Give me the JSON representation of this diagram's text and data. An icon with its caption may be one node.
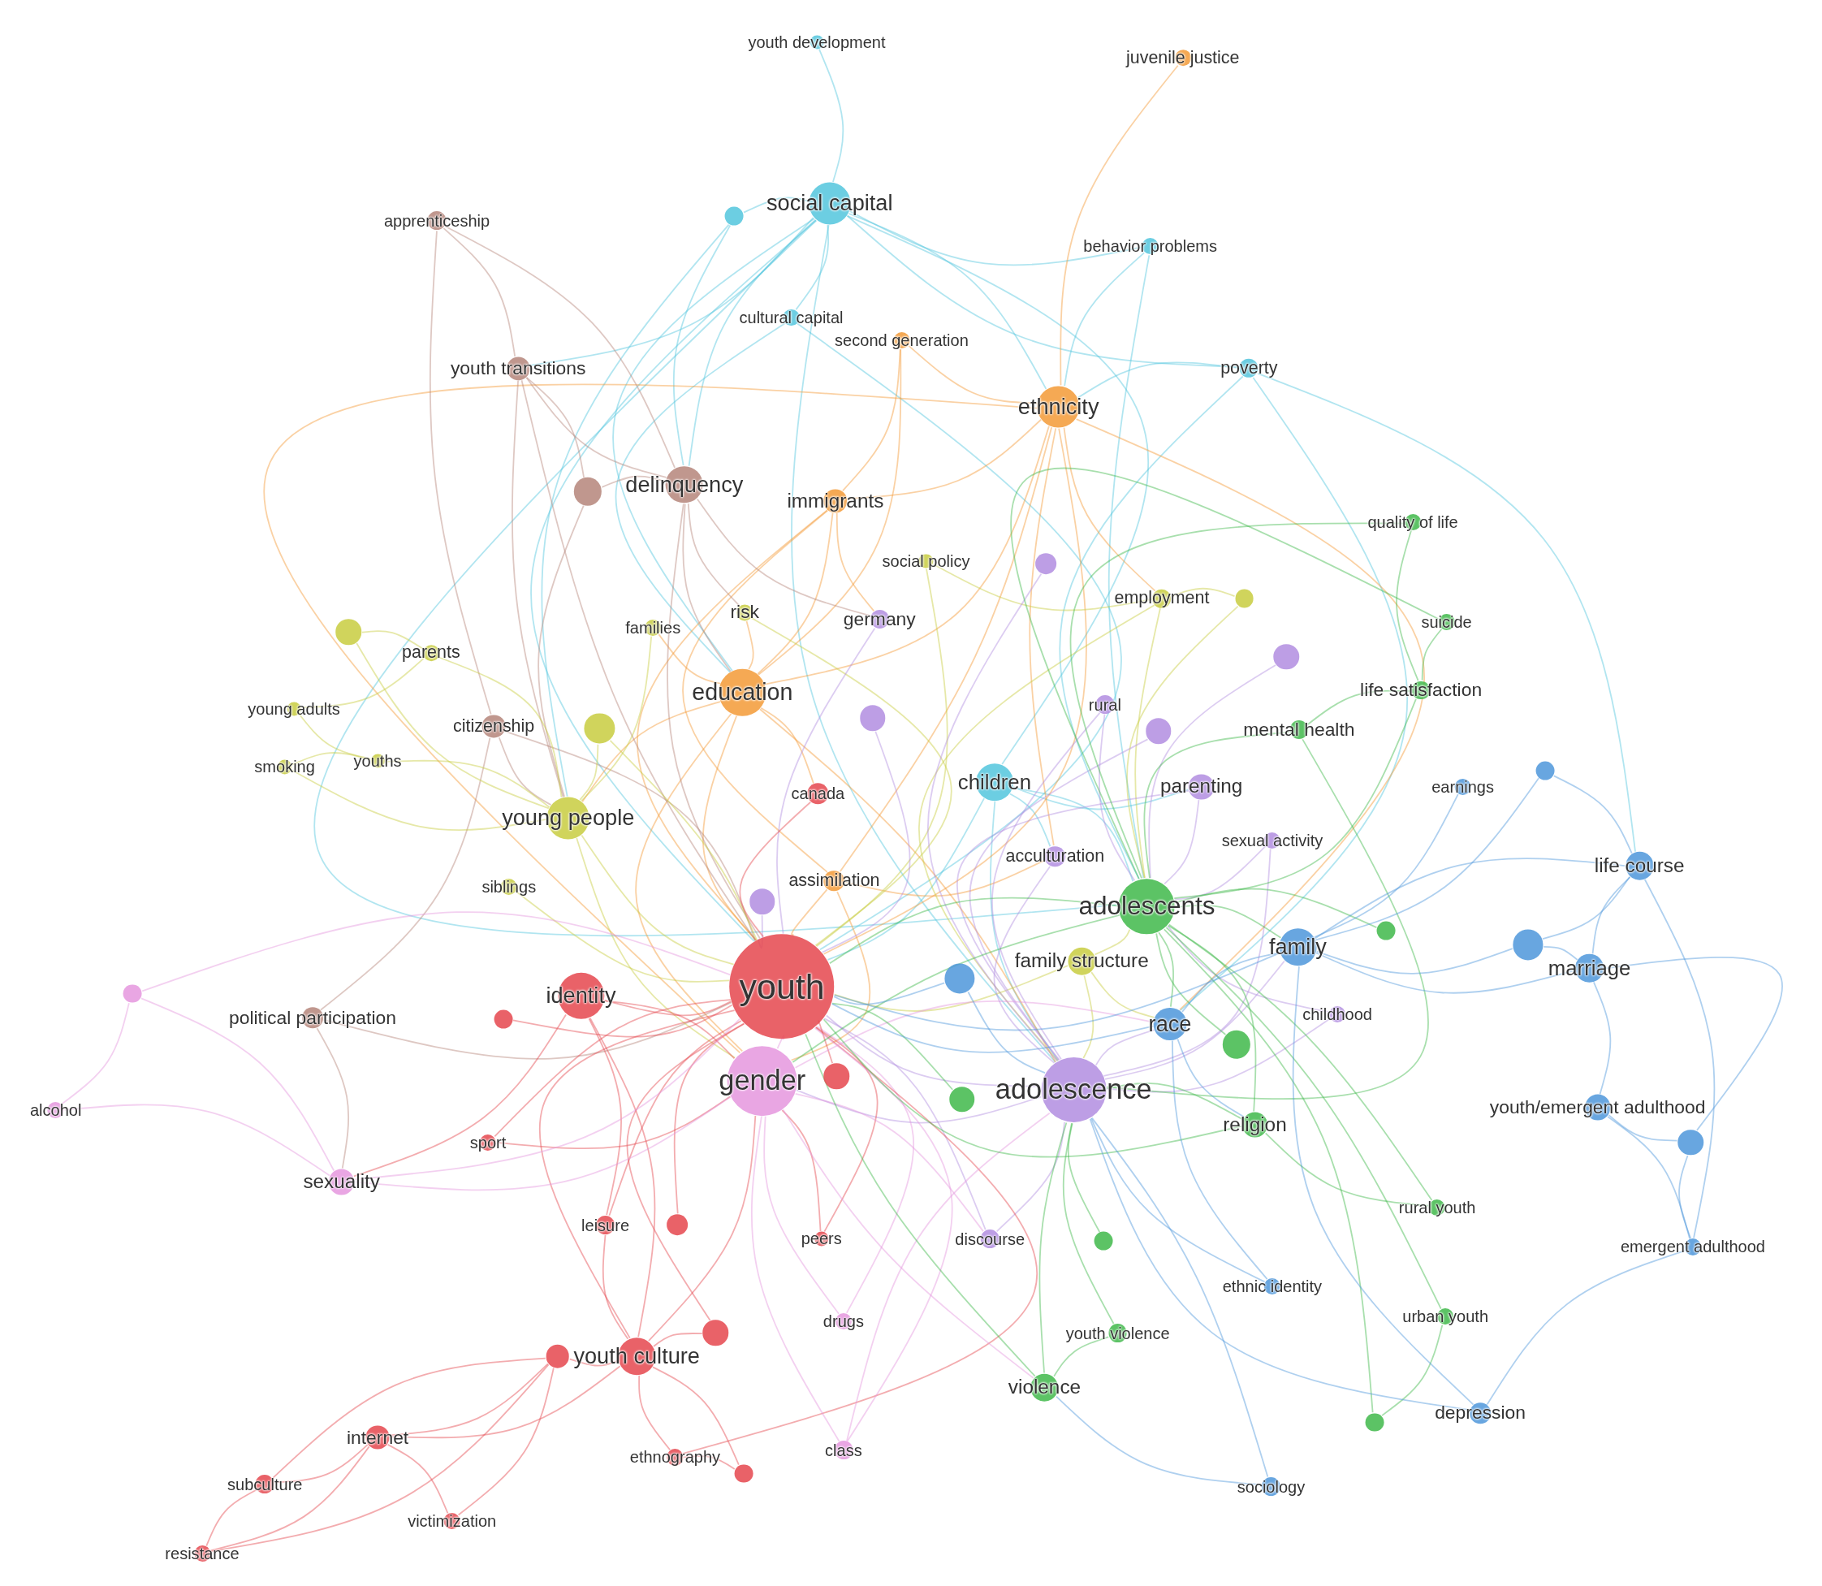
{
  "diagram": {
    "nodes": [
      {
        "text": [
          "youth development"
        ]
      },
      {
        "text": [
          "juvenile justice"
        ]
      },
      {
        "text": [
          "social capital"
        ]
      },
      {
        "text": [
          "apprenticeship"
        ]
      },
      {
        "text": [
          "behavior problems"
        ]
      },
      {
        "text": [
          "cultural capital"
        ]
      },
      {
        "text": [
          "second generation"
        ]
      },
      {
        "text": [
          "youth transitions"
        ]
      },
      {
        "text": [
          "poverty"
        ]
      },
      {
        "text": [
          "ethnicity"
        ]
      },
      {
        "text": [
          "delinquency"
        ]
      },
      {
        "text": [
          "immigrants"
        ]
      },
      {
        "text": [
          "quality of life"
        ]
      },
      {
        "text": [
          "social policy"
        ]
      },
      {
        "text": [
          "employment"
        ]
      },
      {
        "text": [
          "risk"
        ]
      },
      {
        "text": [
          "germany"
        ]
      },
      {
        "text": [
          "families"
        ]
      },
      {
        "text": [
          "suicide"
        ]
      },
      {
        "text": [
          "parents"
        ]
      },
      {
        "text": [
          "education"
        ]
      },
      {
        "text": [
          "life satisfaction"
        ]
      },
      {
        "text": [
          "young adults"
        ]
      },
      {
        "text": [
          "citizenship"
        ]
      },
      {
        "text": [
          "rural"
        ]
      },
      {
        "text": [
          "mental health"
        ]
      },
      {
        "text": [
          "smoking"
        ]
      },
      {
        "text": [
          "youths"
        ]
      },
      {
        "text": [
          "children"
        ]
      },
      {
        "text": [
          "canada"
        ]
      },
      {
        "text": [
          "parenting"
        ]
      },
      {
        "text": [
          "earnings"
        ]
      },
      {
        "text": [
          "young people"
        ]
      },
      {
        "text": [
          "sexual activity"
        ]
      },
      {
        "text": [
          "acculturation"
        ]
      },
      {
        "text": [
          "life course"
        ]
      },
      {
        "text": [
          "assimilation"
        ]
      },
      {
        "text": [
          "siblings"
        ]
      },
      {
        "text": [
          "adolescents"
        ]
      },
      {
        "text": [
          "family"
        ]
      },
      {
        "text": [
          "family structure"
        ]
      },
      {
        "text": [
          "marriage"
        ]
      },
      {
        "text": [
          "youth"
        ]
      },
      {
        "text": [
          "identity"
        ]
      },
      {
        "text": [
          "political participation"
        ]
      },
      {
        "text": [
          "race"
        ]
      },
      {
        "text": [
          "childhood"
        ]
      },
      {
        "text": [
          "gender"
        ]
      },
      {
        "text": [
          "adolescence"
        ]
      },
      {
        "text": [
          "alcohol"
        ]
      },
      {
        "text": [
          "youth/emergent adulthood"
        ]
      },
      {
        "text": [
          "religion"
        ]
      },
      {
        "text": [
          "sport"
        ]
      },
      {
        "text": [
          "sexuality"
        ]
      },
      {
        "text": [
          "rural youth"
        ]
      },
      {
        "text": [
          "leisure"
        ]
      },
      {
        "text": [
          "peers"
        ]
      },
      {
        "text": [
          "discourse"
        ]
      },
      {
        "text": [
          "emergent adulthood"
        ]
      },
      {
        "text": [
          "ethnic identity"
        ]
      },
      {
        "text": [
          "urban youth"
        ]
      },
      {
        "text": [
          "drugs"
        ]
      },
      {
        "text": [
          "youth violence"
        ]
      },
      {
        "text": [
          "youth culture"
        ]
      },
      {
        "text": [
          "violence"
        ]
      },
      {
        "text": [
          "depression"
        ]
      },
      {
        "text": [
          "internet"
        ]
      },
      {
        "text": [
          "class"
        ]
      },
      {
        "text": [
          "subculture"
        ]
      },
      {
        "text": [
          "ethnography"
        ]
      },
      {
        "text": [
          "sociology"
        ]
      },
      {
        "text": [
          "victimization"
        ]
      },
      {
        "text": [
          "resistance"
        ]
      },
      {
        "text": [],
        "shape": "circle"
      },
      {
        "text": [],
        "shape": "circle"
      },
      {
        "text": [],
        "shape": "circle"
      },
      {
        "text": [],
        "shape": "circle"
      },
      {
        "text": [],
        "shape": "circle"
      },
      {
        "text": [],
        "shape": "circle"
      },
      {
        "text": [],
        "shape": "circle"
      },
      {
        "text": [],
        "shape": "circle"
      },
      {
        "text": [],
        "shape": "circle"
      },
      {
        "text": [],
        "shape": "circle"
      },
      {
        "text": [],
        "shape": "circle"
      },
      {
        "text": [],
        "shape": "circle"
      },
      {
        "text": [],
        "shape": "circle"
      },
      {
        "text": [],
        "shape": "circle"
      },
      {
        "text": [],
        "shape": "circle"
      },
      {
        "text": [],
        "shape": "circle"
      },
      {
        "text": [],
        "shape": "circle"
      },
      {
        "text": [],
        "shape": "circle"
      },
      {
        "text": [],
        "shape": "circle"
      },
      {
        "text": [],
        "shape": "circle"
      },
      {
        "text": [],
        "shape": "circle"
      },
      {
        "text": [],
        "shape": "circle"
      },
      {
        "text": [],
        "shape": "circle"
      },
      {
        "text": [],
        "shape": "circle"
      },
      {
        "text": [],
        "shape": "circle"
      },
      {
        "text": [],
        "shape": "circle"
      }
    ],
    "edges": [
      {
        "from": 0,
        "to": 2,
        "arrow": "none",
        "color": "#52c6dd"
      },
      {
        "from": 2,
        "to": 73,
        "arrow": "none",
        "color": "#52c6dd"
      },
      {
        "from": 2,
        "to": 5,
        "arrow": "none",
        "color": "#52c6dd"
      },
      {
        "from": 2,
        "to": 4,
        "arrow": "none",
        "color": "#52c6dd"
      },
      {
        "from": 2,
        "to": 8,
        "arrow": "none",
        "color": "#52c6dd"
      },
      {
        "from": 2,
        "to": 9,
        "arrow": "none",
        "color": "#52c6dd"
      },
      {
        "from": 2,
        "to": 10,
        "arrow": "none",
        "color": "#52c6dd"
      },
      {
        "from": 2,
        "to": 7,
        "arrow": "none",
        "color": "#52c6dd"
      },
      {
        "from": 2,
        "to": 20,
        "arrow": "none",
        "color": "#52c6dd"
      },
      {
        "from": 2,
        "to": 28,
        "arrow": "none",
        "color": "#52c6dd"
      },
      {
        "from": 2,
        "to": 42,
        "arrow": "none",
        "color": "#52c6dd"
      },
      {
        "from": 2,
        "to": 48,
        "arrow": "none",
        "color": "#52c6dd"
      },
      {
        "from": 2,
        "to": 38,
        "arrow": "none",
        "color": "#52c6dd"
      },
      {
        "from": 4,
        "to": 9,
        "arrow": "none",
        "color": "#52c6dd"
      },
      {
        "from": 4,
        "to": 38,
        "arrow": "none",
        "color": "#52c6dd"
      },
      {
        "from": 8,
        "to": 9,
        "arrow": "none",
        "color": "#52c6dd"
      },
      {
        "from": 8,
        "to": 38,
        "arrow": "none",
        "color": "#52c6dd"
      },
      {
        "from": 8,
        "to": 35,
        "arrow": "none",
        "color": "#52c6dd"
      },
      {
        "from": 8,
        "to": 45,
        "arrow": "none",
        "color": "#52c6dd"
      },
      {
        "from": 5,
        "to": 20,
        "arrow": "none",
        "color": "#52c6dd"
      },
      {
        "from": 5,
        "to": 42,
        "arrow": "none",
        "color": "#52c6dd"
      },
      {
        "from": 73,
        "to": 10,
        "arrow": "none",
        "color": "#52c6dd"
      },
      {
        "from": 73,
        "to": 32,
        "arrow": "none",
        "color": "#52c6dd"
      },
      {
        "from": 28,
        "to": 42,
        "arrow": "none",
        "color": "#52c6dd"
      },
      {
        "from": 28,
        "to": 48,
        "arrow": "none",
        "color": "#52c6dd"
      },
      {
        "from": 28,
        "to": 38,
        "arrow": "none",
        "color": "#52c6dd"
      },
      {
        "from": 28,
        "to": 34,
        "arrow": "none",
        "color": "#52c6dd"
      },
      {
        "from": 28,
        "to": 30,
        "arrow": "none",
        "color": "#52c6dd"
      },
      {
        "from": 1,
        "to": 9,
        "arrow": "none",
        "color": "#f39a36"
      },
      {
        "from": 6,
        "to": 9,
        "arrow": "none",
        "color": "#f39a36"
      },
      {
        "from": 6,
        "to": 11,
        "arrow": "none",
        "color": "#f39a36"
      },
      {
        "from": 6,
        "to": 20,
        "arrow": "none",
        "color": "#f39a36"
      },
      {
        "from": 9,
        "to": 11,
        "arrow": "none",
        "color": "#f39a36"
      },
      {
        "from": 9,
        "to": 20,
        "arrow": "none",
        "color": "#f39a36"
      },
      {
        "from": 9,
        "to": 36,
        "arrow": "none",
        "color": "#f39a36"
      },
      {
        "from": 9,
        "to": 34,
        "arrow": "none",
        "color": "#f39a36"
      },
      {
        "from": 9,
        "to": 42,
        "arrow": "none",
        "color": "#f39a36"
      },
      {
        "from": 9,
        "to": 47,
        "arrow": "none",
        "color": "#f39a36"
      },
      {
        "from": 9,
        "to": 45,
        "arrow": "none",
        "color": "#f39a36"
      },
      {
        "from": 9,
        "to": 14,
        "arrow": "none",
        "color": "#f39a36"
      },
      {
        "from": 11,
        "to": 20,
        "arrow": "none",
        "color": "#f39a36"
      },
      {
        "from": 11,
        "to": 42,
        "arrow": "none",
        "color": "#f39a36"
      },
      {
        "from": 11,
        "to": 36,
        "arrow": "none",
        "color": "#f39a36"
      },
      {
        "from": 11,
        "to": 16,
        "arrow": "none",
        "color": "#f39a36"
      },
      {
        "from": 20,
        "to": 42,
        "arrow": "none",
        "color": "#f39a36"
      },
      {
        "from": 20,
        "to": 47,
        "arrow": "none",
        "color": "#f39a36"
      },
      {
        "from": 20,
        "to": 29,
        "arrow": "none",
        "color": "#f39a36"
      },
      {
        "from": 20,
        "to": 15,
        "arrow": "none",
        "color": "#f39a36"
      },
      {
        "from": 20,
        "to": 17,
        "arrow": "none",
        "color": "#f39a36"
      },
      {
        "from": 20,
        "to": 32,
        "arrow": "none",
        "color": "#f39a36"
      },
      {
        "from": 20,
        "to": 48,
        "arrow": "none",
        "color": "#f39a36"
      },
      {
        "from": 36,
        "to": 42,
        "arrow": "none",
        "color": "#f39a36"
      },
      {
        "from": 36,
        "to": 47,
        "arrow": "none",
        "color": "#f39a36"
      },
      {
        "from": 36,
        "to": 34,
        "arrow": "none",
        "color": "#f39a36"
      },
      {
        "from": 3,
        "to": 7,
        "arrow": "none",
        "color": "#b5857a"
      },
      {
        "from": 3,
        "to": 10,
        "arrow": "none",
        "color": "#b5857a"
      },
      {
        "from": 3,
        "to": 23,
        "arrow": "none",
        "color": "#b5857a"
      },
      {
        "from": 7,
        "to": 10,
        "arrow": "none",
        "color": "#b5857a"
      },
      {
        "from": 7,
        "to": 42,
        "arrow": "none",
        "color": "#b5857a"
      },
      {
        "from": 7,
        "to": 32,
        "arrow": "none",
        "color": "#b5857a"
      },
      {
        "from": 7,
        "to": 74,
        "arrow": "none",
        "color": "#b5857a"
      },
      {
        "from": 10,
        "to": 74,
        "arrow": "none",
        "color": "#b5857a"
      },
      {
        "from": 10,
        "to": 42,
        "arrow": "none",
        "color": "#b5857a"
      },
      {
        "from": 10,
        "to": 16,
        "arrow": "none",
        "color": "#b5857a"
      },
      {
        "from": 10,
        "to": 20,
        "arrow": "none",
        "color": "#b5857a"
      },
      {
        "from": 10,
        "to": 15,
        "arrow": "none",
        "color": "#b5857a"
      },
      {
        "from": 23,
        "to": 42,
        "arrow": "none",
        "color": "#b5857a"
      },
      {
        "from": 23,
        "to": 32,
        "arrow": "none",
        "color": "#b5857a"
      },
      {
        "from": 23,
        "to": 44,
        "arrow": "none",
        "color": "#b5857a"
      },
      {
        "from": 44,
        "to": 42,
        "arrow": "none",
        "color": "#b5857a"
      },
      {
        "from": 44,
        "to": 53,
        "arrow": "none",
        "color": "#b5857a"
      },
      {
        "from": 74,
        "to": 32,
        "arrow": "none",
        "color": "#b5857a"
      },
      {
        "from": 13,
        "to": 42,
        "arrow": "none",
        "color": "#c8cc3f"
      },
      {
        "from": 13,
        "to": 14,
        "arrow": "none",
        "color": "#c8cc3f"
      },
      {
        "from": 14,
        "to": 38,
        "arrow": "none",
        "color": "#c8cc3f"
      },
      {
        "from": 14,
        "to": 48,
        "arrow": "none",
        "color": "#c8cc3f"
      },
      {
        "from": 15,
        "to": 42,
        "arrow": "none",
        "color": "#c8cc3f"
      },
      {
        "from": 17,
        "to": 32,
        "arrow": "none",
        "color": "#c8cc3f"
      },
      {
        "from": 19,
        "to": 32,
        "arrow": "none",
        "color": "#c8cc3f"
      },
      {
        "from": 19,
        "to": 77,
        "arrow": "none",
        "color": "#c8cc3f"
      },
      {
        "from": 19,
        "to": 22,
        "arrow": "none",
        "color": "#c8cc3f"
      },
      {
        "from": 22,
        "to": 27,
        "arrow": "none",
        "color": "#c8cc3f"
      },
      {
        "from": 26,
        "to": 27,
        "arrow": "none",
        "color": "#c8cc3f"
      },
      {
        "from": 26,
        "to": 32,
        "arrow": "none",
        "color": "#c8cc3f"
      },
      {
        "from": 27,
        "to": 32,
        "arrow": "none",
        "color": "#c8cc3f"
      },
      {
        "from": 77,
        "to": 32,
        "arrow": "none",
        "color": "#c8cc3f"
      },
      {
        "from": 80,
        "to": 32,
        "arrow": "none",
        "color": "#c8cc3f"
      },
      {
        "from": 32,
        "to": 42,
        "arrow": "none",
        "color": "#c8cc3f"
      },
      {
        "from": 32,
        "to": 47,
        "arrow": "none",
        "color": "#c8cc3f"
      },
      {
        "from": 37,
        "to": 42,
        "arrow": "none",
        "color": "#c8cc3f"
      },
      {
        "from": 40,
        "to": 42,
        "arrow": "none",
        "color": "#c8cc3f"
      },
      {
        "from": 40,
        "to": 38,
        "arrow": "none",
        "color": "#c8cc3f"
      },
      {
        "from": 40,
        "to": 48,
        "arrow": "none",
        "color": "#c8cc3f"
      },
      {
        "from": 40,
        "to": 45,
        "arrow": "none",
        "color": "#c8cc3f"
      },
      {
        "from": 80,
        "to": 42,
        "arrow": "none",
        "color": "#c8cc3f"
      },
      {
        "from": 76,
        "to": 14,
        "arrow": "none",
        "color": "#c8cc3f"
      },
      {
        "from": 76,
        "to": 38,
        "arrow": "none",
        "color": "#c8cc3f"
      },
      {
        "from": 16,
        "to": 42,
        "arrow": "none",
        "color": "#b28de0"
      },
      {
        "from": 24,
        "to": 48,
        "arrow": "none",
        "color": "#b28de0"
      },
      {
        "from": 24,
        "to": 38,
        "arrow": "none",
        "color": "#b28de0"
      },
      {
        "from": 30,
        "to": 38,
        "arrow": "none",
        "color": "#b28de0"
      },
      {
        "from": 30,
        "to": 48,
        "arrow": "none",
        "color": "#b28de0"
      },
      {
        "from": 33,
        "to": 38,
        "arrow": "none",
        "color": "#b28de0"
      },
      {
        "from": 33,
        "to": 48,
        "arrow": "none",
        "color": "#b28de0"
      },
      {
        "from": 34,
        "to": 48,
        "arrow": "none",
        "color": "#b28de0"
      },
      {
        "from": 46,
        "to": 48,
        "arrow": "none",
        "color": "#b28de0"
      },
      {
        "from": 46,
        "to": 38,
        "arrow": "none",
        "color": "#b28de0"
      },
      {
        "from": 57,
        "to": 48,
        "arrow": "none",
        "color": "#b28de0"
      },
      {
        "from": 57,
        "to": 42,
        "arrow": "none",
        "color": "#b28de0"
      },
      {
        "from": 75,
        "to": 48,
        "arrow": "none",
        "color": "#b28de0"
      },
      {
        "from": 78,
        "to": 38,
        "arrow": "none",
        "color": "#b28de0"
      },
      {
        "from": 79,
        "to": 42,
        "arrow": "none",
        "color": "#b28de0"
      },
      {
        "from": 81,
        "to": 48,
        "arrow": "none",
        "color": "#b28de0"
      },
      {
        "from": 83,
        "to": 42,
        "arrow": "none",
        "color": "#b28de0"
      },
      {
        "from": 48,
        "to": 42,
        "arrow": "none",
        "color": "#b28de0"
      },
      {
        "from": 48,
        "to": 47,
        "arrow": "none",
        "color": "#b28de0"
      },
      {
        "from": 48,
        "to": 45,
        "arrow": "none",
        "color": "#b28de0"
      },
      {
        "from": 48,
        "to": 39,
        "arrow": "none",
        "color": "#b28de0"
      },
      {
        "from": 29,
        "to": 42,
        "arrow": "none",
        "color": "#e5474d"
      },
      {
        "from": 43,
        "to": 42,
        "arrow": "none",
        "color": "#e5474d"
      },
      {
        "from": 43,
        "to": 47,
        "arrow": "none",
        "color": "#e5474d"
      },
      {
        "from": 43,
        "to": 53,
        "arrow": "none",
        "color": "#e5474d"
      },
      {
        "from": 43,
        "to": 55,
        "arrow": "none",
        "color": "#e5474d"
      },
      {
        "from": 43,
        "to": 63,
        "arrow": "none",
        "color": "#e5474d"
      },
      {
        "from": 52,
        "to": 42,
        "arrow": "none",
        "color": "#e5474d"
      },
      {
        "from": 52,
        "to": 47,
        "arrow": "none",
        "color": "#e5474d"
      },
      {
        "from": 55,
        "to": 42,
        "arrow": "none",
        "color": "#e5474d"
      },
      {
        "from": 55,
        "to": 63,
        "arrow": "none",
        "color": "#e5474d"
      },
      {
        "from": 56,
        "to": 42,
        "arrow": "none",
        "color": "#e5474d"
      },
      {
        "from": 56,
        "to": 47,
        "arrow": "none",
        "color": "#e5474d"
      },
      {
        "from": 61,
        "to": 42,
        "arrow": "none",
        "color": "#e597de"
      },
      {
        "from": 61,
        "to": 47,
        "arrow": "none",
        "color": "#e597de"
      },
      {
        "from": 63,
        "to": 42,
        "arrow": "none",
        "color": "#e5474d"
      },
      {
        "from": 63,
        "to": 47,
        "arrow": "none",
        "color": "#e5474d"
      },
      {
        "from": 63,
        "to": 66,
        "arrow": "none",
        "color": "#e5474d"
      },
      {
        "from": 63,
        "to": 69,
        "arrow": "none",
        "color": "#e5474d"
      },
      {
        "from": 63,
        "to": 96,
        "arrow": "none",
        "color": "#e5474d"
      },
      {
        "from": 66,
        "to": 96,
        "arrow": "none",
        "color": "#e5474d"
      },
      {
        "from": 66,
        "to": 68,
        "arrow": "none",
        "color": "#e5474d"
      },
      {
        "from": 66,
        "to": 72,
        "arrow": "none",
        "color": "#e5474d"
      },
      {
        "from": 66,
        "to": 71,
        "arrow": "none",
        "color": "#e5474d"
      },
      {
        "from": 68,
        "to": 72,
        "arrow": "none",
        "color": "#e5474d"
      },
      {
        "from": 68,
        "to": 96,
        "arrow": "none",
        "color": "#e5474d"
      },
      {
        "from": 69,
        "to": 42,
        "arrow": "none",
        "color": "#e5474d"
      },
      {
        "from": 69,
        "to": 98,
        "arrow": "none",
        "color": "#e5474d"
      },
      {
        "from": 71,
        "to": 96,
        "arrow": "none",
        "color": "#e5474d"
      },
      {
        "from": 72,
        "to": 96,
        "arrow": "none",
        "color": "#e5474d"
      },
      {
        "from": 88,
        "to": 42,
        "arrow": "none",
        "color": "#e5474d"
      },
      {
        "from": 90,
        "to": 42,
        "arrow": "none",
        "color": "#e5474d"
      },
      {
        "from": 93,
        "to": 42,
        "arrow": "none",
        "color": "#e5474d"
      },
      {
        "from": 95,
        "to": 42,
        "arrow": "none",
        "color": "#e5474d"
      },
      {
        "from": 95,
        "to": 63,
        "arrow": "none",
        "color": "#e5474d"
      },
      {
        "from": 98,
        "to": 63,
        "arrow": "none",
        "color": "#e5474d"
      },
      {
        "from": 47,
        "to": 42,
        "arrow": "none",
        "color": "#e597de"
      },
      {
        "from": 47,
        "to": 53,
        "arrow": "none",
        "color": "#e597de"
      },
      {
        "from": 47,
        "to": 67,
        "arrow": "none",
        "color": "#e597de"
      },
      {
        "from": 47,
        "to": 57,
        "arrow": "none",
        "color": "#e597de"
      },
      {
        "from": 47,
        "to": 64,
        "arrow": "none",
        "color": "#e597de"
      },
      {
        "from": 49,
        "to": 53,
        "arrow": "none",
        "color": "#e597de"
      },
      {
        "from": 49,
        "to": 87,
        "arrow": "none",
        "color": "#e597de"
      },
      {
        "from": 53,
        "to": 42,
        "arrow": "none",
        "color": "#e597de"
      },
      {
        "from": 53,
        "to": 87,
        "arrow": "none",
        "color": "#e597de"
      },
      {
        "from": 87,
        "to": 42,
        "arrow": "none",
        "color": "#e597de"
      },
      {
        "from": 67,
        "to": 42,
        "arrow": "none",
        "color": "#e597de"
      },
      {
        "from": 67,
        "to": 48,
        "arrow": "none",
        "color": "#e597de"
      },
      {
        "from": 47,
        "to": 45,
        "arrow": "none",
        "color": "#e597de"
      },
      {
        "from": 12,
        "to": 38,
        "arrow": "none",
        "color": "#3fb94a"
      },
      {
        "from": 12,
        "to": 21,
        "arrow": "none",
        "color": "#3fb94a"
      },
      {
        "from": 18,
        "to": 38,
        "arrow": "none",
        "color": "#3fb94a"
      },
      {
        "from": 18,
        "to": 21,
        "arrow": "none",
        "color": "#3fb94a"
      },
      {
        "from": 21,
        "to": 38,
        "arrow": "none",
        "color": "#3fb94a"
      },
      {
        "from": 21,
        "to": 25,
        "arrow": "none",
        "color": "#3fb94a"
      },
      {
        "from": 25,
        "to": 38,
        "arrow": "none",
        "color": "#3fb94a"
      },
      {
        "from": 25,
        "to": 48,
        "arrow": "none",
        "color": "#3fb94a"
      },
      {
        "from": 38,
        "to": 42,
        "arrow": "none",
        "color": "#3fb94a"
      },
      {
        "from": 38,
        "to": 45,
        "arrow": "none",
        "color": "#3fb94a"
      },
      {
        "from": 38,
        "to": 39,
        "arrow": "none",
        "color": "#3fb94a"
      },
      {
        "from": 38,
        "to": 51,
        "arrow": "none",
        "color": "#3fb94a"
      },
      {
        "from": 38,
        "to": 47,
        "arrow": "none",
        "color": "#3fb94a"
      },
      {
        "from": 51,
        "to": 48,
        "arrow": "none",
        "color": "#3fb94a"
      },
      {
        "from": 51,
        "to": 42,
        "arrow": "none",
        "color": "#3fb94a"
      },
      {
        "from": 54,
        "to": 38,
        "arrow": "none",
        "color": "#3fb94a"
      },
      {
        "from": 54,
        "to": 51,
        "arrow": "none",
        "color": "#3fb94a"
      },
      {
        "from": 60,
        "to": 38,
        "arrow": "none",
        "color": "#3fb94a"
      },
      {
        "from": 60,
        "to": 97,
        "arrow": "none",
        "color": "#3fb94a"
      },
      {
        "from": 62,
        "to": 64,
        "arrow": "none",
        "color": "#3fb94a"
      },
      {
        "from": 62,
        "to": 48,
        "arrow": "none",
        "color": "#3fb94a"
      },
      {
        "from": 64,
        "to": 42,
        "arrow": "none",
        "color": "#3fb94a"
      },
      {
        "from": 64,
        "to": 48,
        "arrow": "none",
        "color": "#3fb94a"
      },
      {
        "from": 84,
        "to": 38,
        "arrow": "none",
        "color": "#3fb94a"
      },
      {
        "from": 89,
        "to": 38,
        "arrow": "none",
        "color": "#3fb94a"
      },
      {
        "from": 91,
        "to": 42,
        "arrow": "none",
        "color": "#3fb94a"
      },
      {
        "from": 94,
        "to": 48,
        "arrow": "none",
        "color": "#3fb94a"
      },
      {
        "from": 97,
        "to": 38,
        "arrow": "none",
        "color": "#3fb94a"
      },
      {
        "from": 31,
        "to": 39,
        "arrow": "none",
        "color": "#4d97db"
      },
      {
        "from": 35,
        "to": 41,
        "arrow": "none",
        "color": "#4d97db"
      },
      {
        "from": 35,
        "to": 39,
        "arrow": "none",
        "color": "#4d97db"
      },
      {
        "from": 35,
        "to": 82,
        "arrow": "none",
        "color": "#4d97db"
      },
      {
        "from": 35,
        "to": 85,
        "arrow": "none",
        "color": "#4d97db"
      },
      {
        "from": 35,
        "to": 58,
        "arrow": "none",
        "color": "#4d97db"
      },
      {
        "from": 39,
        "to": 41,
        "arrow": "none",
        "color": "#4d97db"
      },
      {
        "from": 39,
        "to": 45,
        "arrow": "none",
        "color": "#4d97db"
      },
      {
        "from": 39,
        "to": 42,
        "arrow": "none",
        "color": "#4d97db"
      },
      {
        "from": 41,
        "to": 85,
        "arrow": "none",
        "color": "#4d97db"
      },
      {
        "from": 41,
        "to": 50,
        "arrow": "none",
        "color": "#4d97db"
      },
      {
        "from": 41,
        "to": 92,
        "arrow": "none",
        "color": "#4d97db"
      },
      {
        "from": 45,
        "to": 42,
        "arrow": "none",
        "color": "#4d97db"
      },
      {
        "from": 45,
        "to": 51,
        "arrow": "none",
        "color": "#4d97db"
      },
      {
        "from": 50,
        "to": 58,
        "arrow": "none",
        "color": "#4d97db"
      },
      {
        "from": 50,
        "to": 92,
        "arrow": "none",
        "color": "#4d97db"
      },
      {
        "from": 58,
        "to": 92,
        "arrow": "none",
        "color": "#4d97db"
      },
      {
        "from": 59,
        "to": 45,
        "arrow": "none",
        "color": "#4d97db"
      },
      {
        "from": 59,
        "to": 48,
        "arrow": "none",
        "color": "#4d97db"
      },
      {
        "from": 65,
        "to": 48,
        "arrow": "none",
        "color": "#4d97db"
      },
      {
        "from": 65,
        "to": 58,
        "arrow": "none",
        "color": "#4d97db"
      },
      {
        "from": 65,
        "to": 39,
        "arrow": "none",
        "color": "#4d97db"
      },
      {
        "from": 70,
        "to": 64,
        "arrow": "none",
        "color": "#4d97db"
      },
      {
        "from": 70,
        "to": 48,
        "arrow": "none",
        "color": "#4d97db"
      },
      {
        "from": 82,
        "to": 39,
        "arrow": "none",
        "color": "#4d97db"
      },
      {
        "from": 85,
        "to": 39,
        "arrow": "none",
        "color": "#4d97db"
      },
      {
        "from": 86,
        "to": 42,
        "arrow": "none",
        "color": "#4d97db"
      },
      {
        "from": 86,
        "to": 48,
        "arrow": "none",
        "color": "#4d97db"
      }
    ]
  }
}
